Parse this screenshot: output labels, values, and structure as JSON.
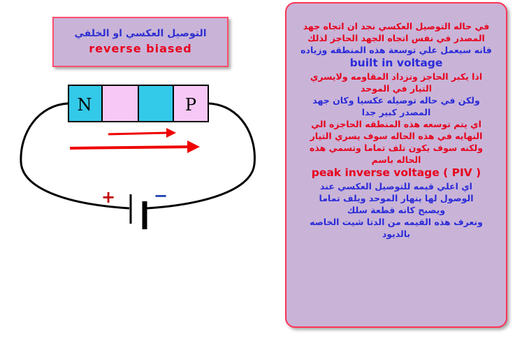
{
  "title": {
    "arabic": "التوصيل العكسي او الخلفي",
    "english": "reverse biased"
  },
  "diagram": {
    "n_label": "N",
    "p_label": "P",
    "plus_sign": "+",
    "minus_sign": "−",
    "colors": {
      "n_region": "#33c9e8",
      "p_region": "#f7c8f5",
      "wire": "#000000",
      "arrow": "#ee0000",
      "plus": "#c00000",
      "minus": "#1f3fb0"
    }
  },
  "explanation": {
    "lines": [
      {
        "text": "في حاله التوصيل العكسي نجد ان اتجاه جهد",
        "color": "red",
        "lang": "ar"
      },
      {
        "text": "المصدر في نفس اتجاه الجهد الحاجز لذلك",
        "color": "red",
        "lang": "ar"
      },
      {
        "text": "فانه سيعمل علي توسعة هذه المنطقه وزياده",
        "color": "blue",
        "lang": "ar"
      },
      {
        "text": "built in voltage",
        "color": "blue",
        "lang": "en"
      },
      {
        "text": "اذا يكبر الحاجز وتزداد المقاومه ولايسري",
        "color": "red",
        "lang": "ar"
      },
      {
        "text": "التيار في الموحد",
        "color": "red",
        "lang": "ar"
      },
      {
        "text": "ولكن في حاله توصيله عكسيا وكان جهد",
        "color": "blue",
        "lang": "ar"
      },
      {
        "text": "المصدر كبير جدا",
        "color": "blue",
        "lang": "ar"
      },
      {
        "text": "اي يتم توسعه هذه المنطقه الحاجزه الي",
        "color": "red",
        "lang": "ar"
      },
      {
        "text": "النهايه في هذه الحاله سوف يسري التيار",
        "color": "red",
        "lang": "ar"
      },
      {
        "text": "ولكنه سوف يكون تلف تماما وتسمي هذه",
        "color": "red",
        "lang": "ar"
      },
      {
        "text": "الحاله باسم",
        "color": "red",
        "lang": "ar"
      },
      {
        "text": "peak inverse voltage ( PIV )",
        "color": "red",
        "lang": "en"
      },
      {
        "text": "اي اعلي قيمه للتوصيل العكسي عند",
        "color": "blue",
        "lang": "ar"
      },
      {
        "text": "الوصول لها ينهار الموحد ويلف تماما",
        "color": "blue",
        "lang": "ar"
      },
      {
        "text": "ويصبح كانه قطعة سلك",
        "color": "blue",
        "lang": "ar"
      },
      {
        "text": "ونعرف هذه القيمه من الدتا شيت الخاصه",
        "color": "blue",
        "lang": "ar"
      },
      {
        "text": "بالديود",
        "color": "blue",
        "lang": "ar"
      }
    ]
  }
}
